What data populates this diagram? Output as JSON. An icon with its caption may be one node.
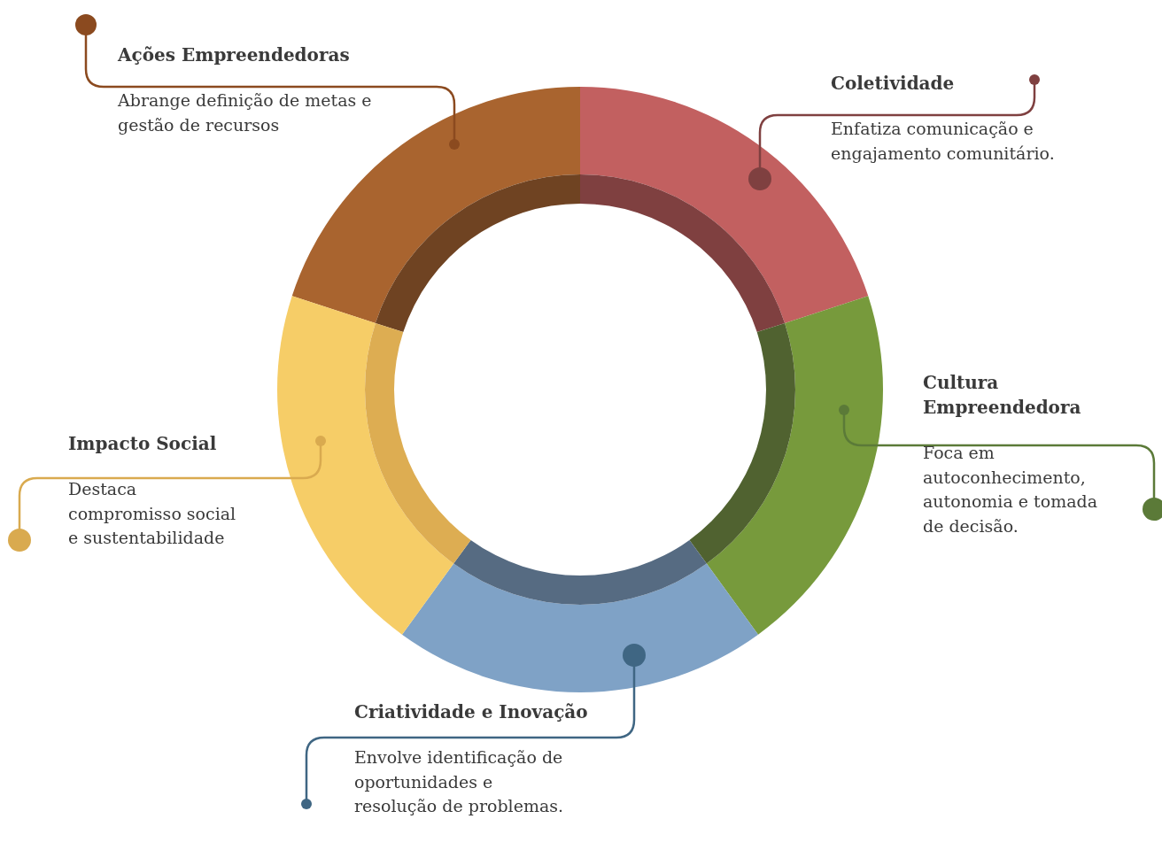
{
  "diagram": {
    "nodes": [
      {
        "text": [
          "Ações Empreendedoras",
          "Abrange definição de metas e gestão de recursos"
        ]
      },
      {
        "text": [
          "Coletividade",
          "Enfatiza comunicação e engajamento comunitário."
        ]
      },
      {
        "text": [
          "Cultura Empreendedora",
          "Foca em autoconhecimento, autonomia e tomada de decisão."
        ]
      },
      {
        "text": [
          "Impacto Social",
          "Destaca compromisso social e sustentabilidade"
        ]
      },
      {
        "text": [
          "Criatividade e Inovação",
          "Envolve identificação de oportunidades e resolução de problemas."
        ]
      },
      {
        "text": [],
        "shape": "arc"
      },
      {
        "text": [],
        "shape": "arc"
      },
      {
        "text": [],
        "shape": "arc"
      },
      {
        "text": [],
        "shape": "arc"
      },
      {
        "text": [],
        "shape": "arc"
      }
    ],
    "edges": [
      {
        "from": 0,
        "to": 5,
        "arrow": "other",
        "color": "#8b4a1f"
      },
      {
        "from": 1,
        "to": 6,
        "arrow": "other",
        "color": "#7f4040"
      },
      {
        "from": 2,
        "to": 7,
        "arrow": "other",
        "color": "#5b7a38"
      },
      {
        "from": 3,
        "to": 9,
        "arrow": "other",
        "color": "#d9aa4f"
      },
      {
        "from": 4,
        "to": 8,
        "arrow": "other",
        "color": "#3f6683"
      }
    ]
  }
}
